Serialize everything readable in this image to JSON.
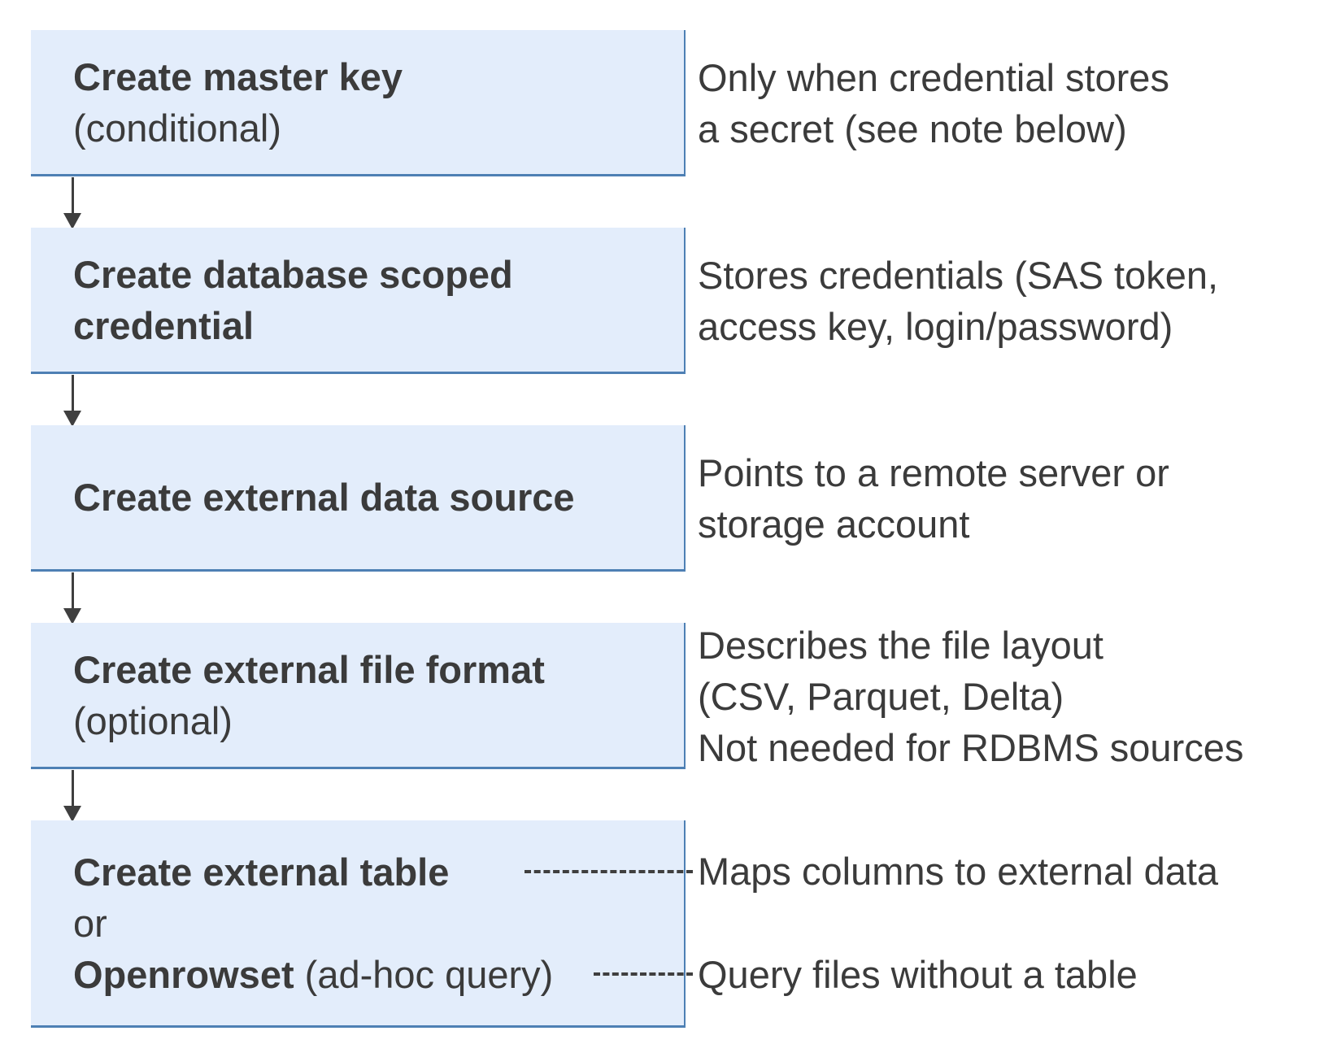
{
  "colors": {
    "box-fill": "#e3edfb",
    "box-border": "#4e80b4",
    "ink": "#3b3b3b",
    "line": "#3f3f3f",
    "bg": "#ffffff"
  },
  "flow": {
    "boxes": [
      {
        "lines": [
          [
            {
              "text": "Create master key",
              "bold": true
            }
          ],
          [
            {
              "text": "(conditional)",
              "bold": false
            }
          ]
        ]
      },
      {
        "lines": [
          [
            {
              "text": "Create database scoped",
              "bold": true
            }
          ],
          [
            {
              "text": "credential",
              "bold": true
            }
          ]
        ]
      },
      {
        "lines": [
          [
            {
              "text": "Create external data source",
              "bold": true
            }
          ]
        ]
      },
      {
        "lines": [
          [
            {
              "text": "Create external file format",
              "bold": true
            }
          ],
          [
            {
              "text": "(optional)",
              "bold": false
            }
          ]
        ]
      },
      {
        "lines": [
          [
            {
              "text": "Create external table",
              "bold": true
            }
          ],
          [
            {
              "text": "or",
              "bold": false
            }
          ],
          [
            {
              "text": "Openrowset",
              "bold": true
            },
            {
              "text": " (ad-hoc query)",
              "bold": false
            }
          ]
        ]
      }
    ],
    "annotations": [
      {
        "lines": [
          "Only when credential stores",
          "a secret (see note below)"
        ]
      },
      {
        "lines": [
          "Stores credentials (SAS token,",
          "access key, login/password)"
        ]
      },
      {
        "lines": [
          "Points to a remote server or",
          "storage account"
        ]
      },
      {
        "lines": [
          "Describes the file layout",
          "(CSV, Parquet, Delta)",
          "Not needed for RDBMS sources"
        ]
      },
      {
        "lines": [
          "Maps columns to external data"
        ]
      },
      {
        "lines": [
          "Query files without a table"
        ]
      }
    ]
  }
}
